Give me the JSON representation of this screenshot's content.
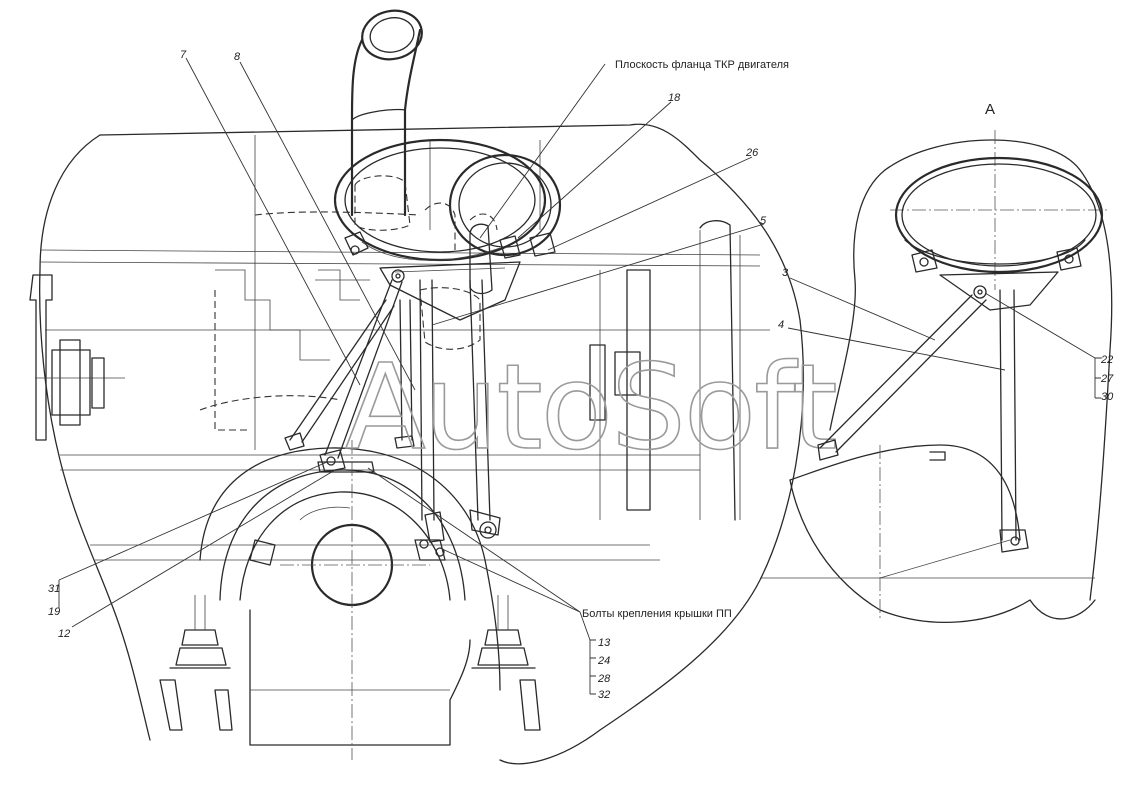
{
  "callouts": {
    "flange_plane": "Плоскость фланца ТКР двигателя",
    "cover_bolts": "Болты крепления крышки ПП",
    "view_a": "А"
  },
  "numbers": {
    "n7": "7",
    "n8": "8",
    "n18": "18",
    "n26": "26",
    "n5": "5",
    "n31": "31",
    "n19": "19",
    "n12": "12",
    "n13": "13",
    "n24": "24",
    "n28": "28",
    "n32": "32",
    "n3": "3",
    "n4": "4",
    "n22": "22",
    "n27": "27",
    "n30": "30"
  },
  "watermark": "AutoSoft",
  "colors": {
    "line": "#2a2a2a",
    "watermark": "#9a9a9a",
    "background": "#ffffff"
  }
}
